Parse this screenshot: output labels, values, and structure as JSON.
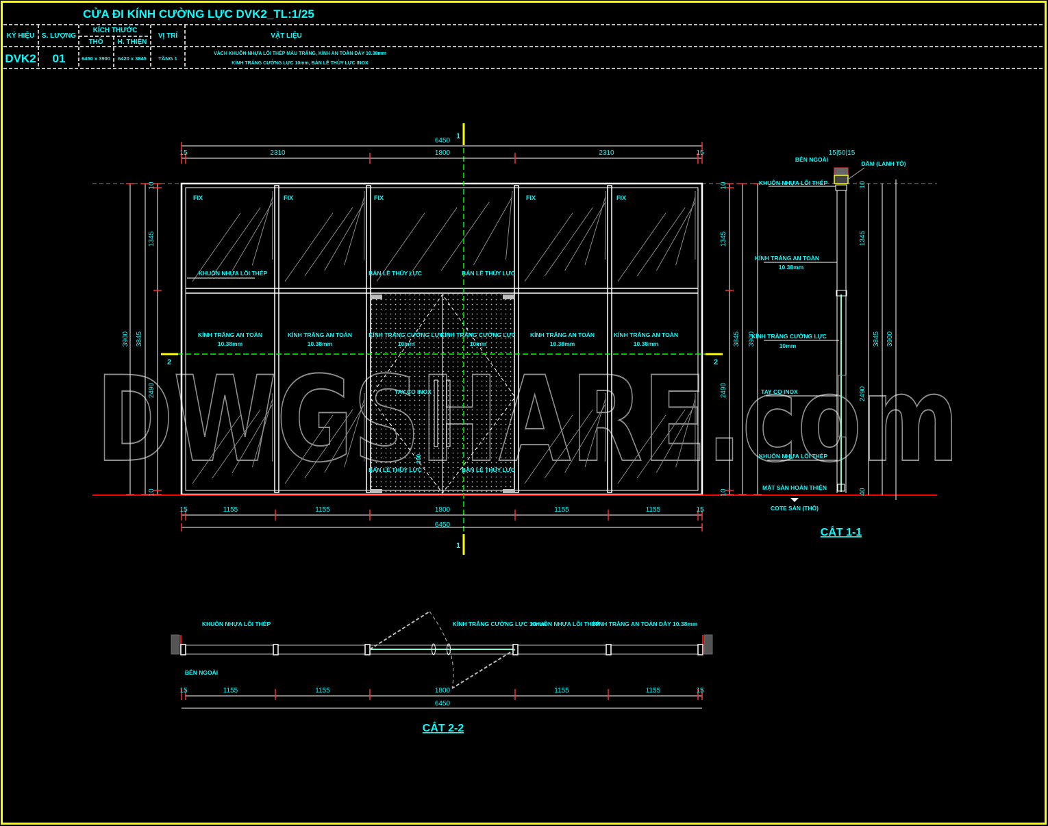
{
  "title": "CỬA ĐI KÍNH CƯỜNG LỰC DVK2_TL:1/25",
  "table": {
    "headers": {
      "symbol": "KÝ HIỆU",
      "quantity": "S. LƯỢNG",
      "size": "KÍCH THƯỚC",
      "rough": "THÔ",
      "finished": "H. THIỆN",
      "location": "VỊ TRÍ",
      "material": "VẬT LIỆU"
    },
    "row": {
      "symbol": "DVK2",
      "quantity": "01",
      "rough": "6450 x 3900",
      "finished": "6420 x 3845",
      "location": "TẦNG 1",
      "material_line1": "VÁCH KHUÔN NHỰA LÕI THÉP MÀU TRẮNG, KÍNH AN TOÀN DÀY 10.38mm",
      "material_line2": "KÍNH TRẮNG CƯỜNG LỰC 10mm, BẢN LỀ THỦY LỰC INOX"
    }
  },
  "elevation": {
    "overall": "6450",
    "top_dims": [
      "15",
      "2310",
      "1800",
      "2310",
      "15"
    ],
    "bottom_dims": [
      "15",
      "1155",
      "1155",
      "1800",
      "1155",
      "1155",
      "15"
    ],
    "vertical_dims": [
      "10",
      "1345",
      "2490",
      "10"
    ],
    "height_inner": "3845",
    "height_total": "3900",
    "fix": "FIX",
    "frame_label": "KHUÔN NHỰA LÕI THÉP",
    "hinge_label": "BẢN LỀ THỦY LỰC",
    "safety_glass": "KÍNH TRẮNG AN TOÀN",
    "safety_glass_thk": "10.38mm",
    "tempered_glass": "KÍNH TRẮNG CƯỜNG LỰC",
    "tempered_glass_thk": "10mm",
    "handle_label": "TAY CO INOX",
    "handle_dim": "300",
    "section_1": "1",
    "section_2": "2"
  },
  "section_1_1": {
    "title": "CẮT 1-1",
    "outside": "BÊN NGOÀI",
    "top_dim": "15|50|15",
    "beam": "DẦM (LANH TÔ)",
    "frame_top": "KHUÔN NHỰA LÕI THÉP",
    "safety_glass": "KÍNH TRẮNG AN TOÀN",
    "safety_glass_thk": "10.38mm",
    "tempered_glass": "KÍNH TRẮNG CƯỜNG LỰC",
    "tempered_glass_thk": "10mm",
    "handle": "TAY CO INOX",
    "frame_bottom": "KHUÔN NHỰA LÕI THÉP",
    "finished_floor": "MẶT SÀN HOÀN THIỆN",
    "rough_floor": "COTE SÀN (THÔ)",
    "dims": [
      "10",
      "1345",
      "2490",
      "40",
      "10"
    ],
    "height_inner": "3845",
    "height_total": "3900"
  },
  "section_2_2": {
    "title": "CẮT 2-2",
    "frame_left": "KHUÔN NHỰA LÕI THÉP",
    "tempered_glass": "KÍNH TRẮNG CƯỜNG LỰC 10mm",
    "frame_right": "KHUÔN NHỰA LÕI THÉP",
    "safety_glass": "KÍNH TRẮNG AN TOÀN DÀY 10.38mm",
    "outside": "BÊN NGOÀI",
    "dims": [
      "15",
      "1155",
      "1155",
      "1800",
      "1155",
      "1155",
      "15"
    ],
    "overall": "6450"
  },
  "watermark": "DWGSHARE.com",
  "colors": {
    "text": "#00ffff",
    "border": "#ffff00",
    "floor_line": "#ff0000",
    "center_line": "#00ff00",
    "lines": "#ffffff"
  }
}
